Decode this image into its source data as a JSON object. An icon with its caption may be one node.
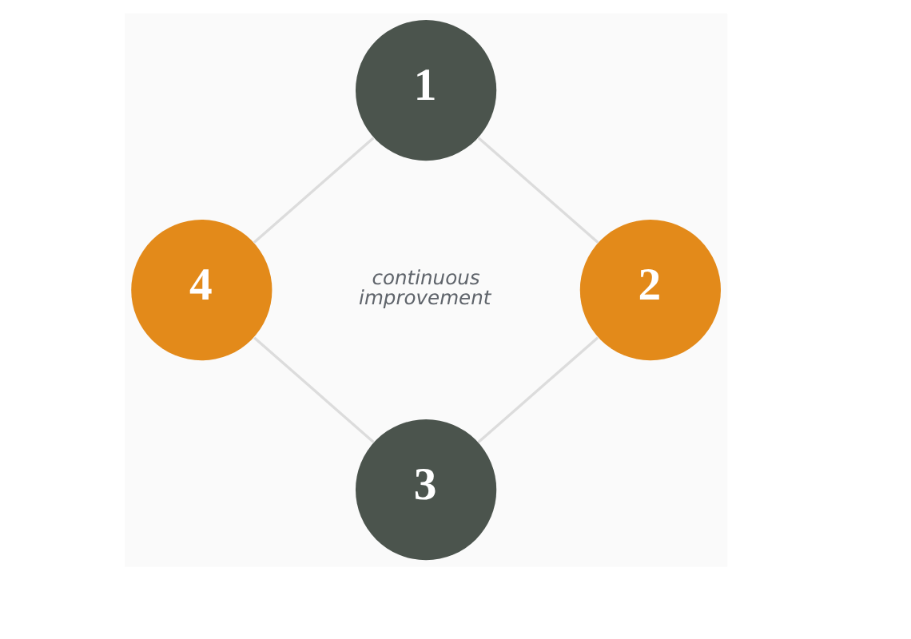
{
  "diagram": {
    "nodes": [
      {
        "text": [
          "1"
        ]
      },
      {
        "text": [
          "2"
        ]
      },
      {
        "text": [
          "3"
        ]
      },
      {
        "text": [
          "4"
        ]
      }
    ],
    "edges": [
      {
        "from": 0,
        "to": 1,
        "arrow": "none"
      },
      {
        "from": 1,
        "to": 2,
        "arrow": "none"
      },
      {
        "from": 2,
        "to": 3,
        "arrow": "none"
      },
      {
        "from": 3,
        "to": 0,
        "arrow": "none"
      }
    ],
    "labels": [
      "continuous improvement"
    ]
  }
}
